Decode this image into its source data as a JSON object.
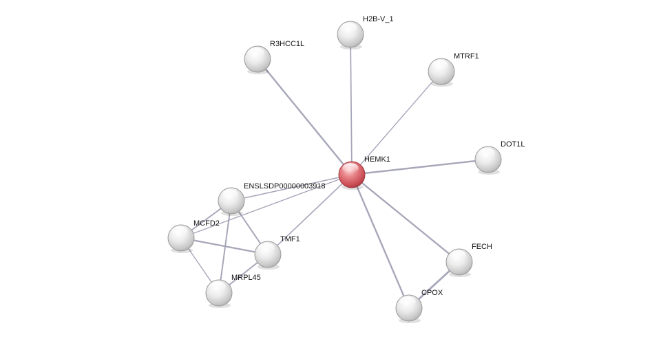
{
  "diagram": {
    "type": "protein-interaction-network",
    "center_node": "HEMK1",
    "colors": {
      "center_node": "#d9646a",
      "node": "#e6e6e6",
      "edge": "#a7a7ba",
      "label": "#111111",
      "background": "#ffffff"
    },
    "nodes": [
      {
        "id": "HEMK1",
        "label": "HEMK1",
        "highlight": true
      },
      {
        "id": "H2B-V_1",
        "label": "H2B-V_1"
      },
      {
        "id": "R3HCC1L",
        "label": "R3HCC1L"
      },
      {
        "id": "MTRF1",
        "label": "MTRF1"
      },
      {
        "id": "DOT1L",
        "label": "DOT1L"
      },
      {
        "id": "ENSLSDP00000003918",
        "label": "ENSLSDP00000003918"
      },
      {
        "id": "MCFD2",
        "label": "MCFD2"
      },
      {
        "id": "TMF1",
        "label": "TMF1"
      },
      {
        "id": "MRPL45",
        "label": "MRPL45"
      },
      {
        "id": "FECH",
        "label": "FECH"
      },
      {
        "id": "CPOX",
        "label": "CPOX"
      }
    ],
    "edges": [
      {
        "source": "HEMK1",
        "target": "H2B-V_1"
      },
      {
        "source": "HEMK1",
        "target": "R3HCC1L"
      },
      {
        "source": "HEMK1",
        "target": "MTRF1"
      },
      {
        "source": "HEMK1",
        "target": "DOT1L"
      },
      {
        "source": "HEMK1",
        "target": "ENSLSDP00000003918"
      },
      {
        "source": "HEMK1",
        "target": "MCFD2"
      },
      {
        "source": "HEMK1",
        "target": "TMF1"
      },
      {
        "source": "HEMK1",
        "target": "FECH"
      },
      {
        "source": "HEMK1",
        "target": "CPOX"
      },
      {
        "source": "ENSLSDP00000003918",
        "target": "TMF1"
      },
      {
        "source": "ENSLSDP00000003918",
        "target": "MCFD2"
      },
      {
        "source": "ENSLSDP00000003918",
        "target": "MRPL45"
      },
      {
        "source": "MCFD2",
        "target": "TMF1"
      },
      {
        "source": "MCFD2",
        "target": "MRPL45"
      },
      {
        "source": "TMF1",
        "target": "MRPL45"
      },
      {
        "source": "FECH",
        "target": "CPOX"
      }
    ]
  }
}
